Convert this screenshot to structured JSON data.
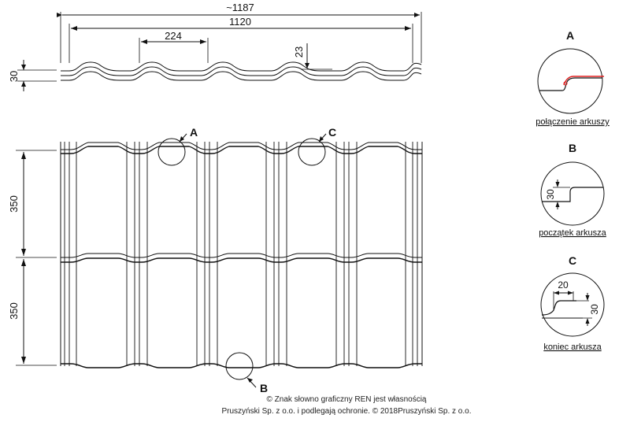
{
  "dimensions": {
    "overall_width": "~1187",
    "effective_width": "1120",
    "module_pitch": "224",
    "profile_height": "30",
    "step_depth": "23",
    "module_length_upper": "350",
    "module_length_lower": "350"
  },
  "detail_markers": {
    "a": "A",
    "b": "B",
    "c": "C"
  },
  "details": {
    "a": {
      "letter": "A",
      "caption": "połączenie arkuszy"
    },
    "b": {
      "letter": "B",
      "caption": "początek arkusza",
      "dim_height": "30"
    },
    "c": {
      "letter": "C",
      "caption": "koniec arkusza",
      "dim_width": "20",
      "dim_height": "30"
    }
  },
  "footer": {
    "line1": "© Znak słowno graficzny REN jest własnością",
    "line2": "Pruszyński Sp. z o.o.  i podlegają ochronie. © 2018Pruszyński Sp. z o.o."
  },
  "colors": {
    "line": "#111111",
    "seal_edge": "#e02020"
  }
}
